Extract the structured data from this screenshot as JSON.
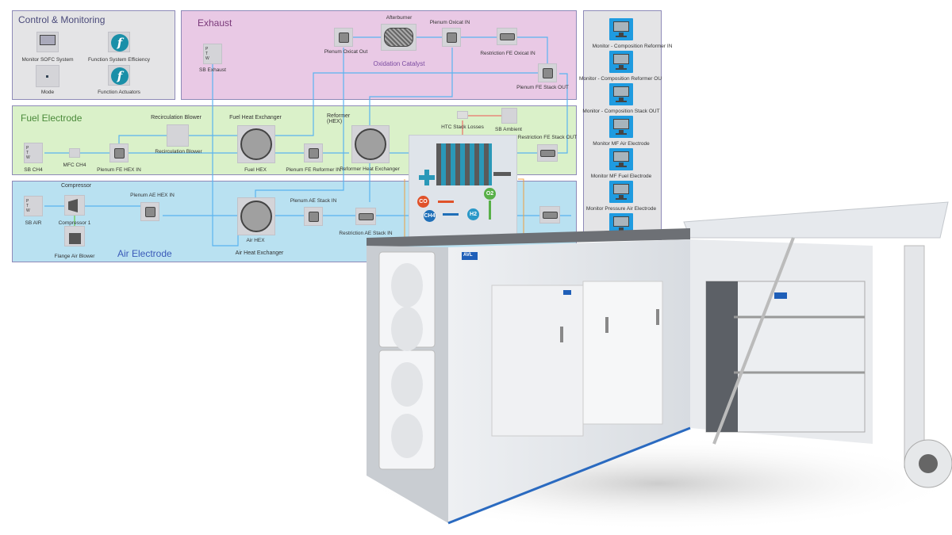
{
  "panels": {
    "control": {
      "title": "Control & Monitoring",
      "items": [
        "Monitor SOFC System",
        "Function System Efficiency",
        "Mode",
        "Function Actuators"
      ]
    },
    "exhaust": {
      "title": "Exhaust",
      "sb_exhaust": "SB Exhaust",
      "plenum_oxicat_out": "Plenum Oxicat Out",
      "afterburner": "Afterburner",
      "plenum_oxicat_in": "Plenum Oxicat IN",
      "restriction_fe_oxicat_in": "Restriction FE Oxicat IN",
      "oxidation_catalyst": "Oxidation Catalyst",
      "plenum_fe_stack_out": "Plenum FE Stack OUT"
    },
    "monitors": [
      "Monitor - Composition Reformer IN",
      "Monitor - Composition Reformer OU",
      "Monitor - Composition Stack OUT",
      "Monitor MF Air Electrode",
      "Monitor MF Fuel Electrode",
      "Monitor Pressure Air Electrode"
    ],
    "fuel": {
      "title": "Fuel Electrode",
      "sb_ch4": "SB CH4",
      "mfc_ch4": "MFC CH4",
      "plenum_fe_hex_in": "Plenum FE HEX IN",
      "recirc_blower_title": "Recirculation Blower",
      "recirc_blower": "Recirculation Blower",
      "fuel_hex_title": "Fuel Heat Exchanger",
      "fuel_hex": "Fuel HEX",
      "plenum_fe_reformer_in": "Plenum FE Reformer IN",
      "reformer_title": "Reformer (HEX)",
      "reformer_hex": "Reformer Heat Exchanger",
      "htc_stack_losses": "HTC Stack Losses",
      "sb_ambient": "SB Ambient",
      "restriction_fe_stack_out": "Restriction FE Stack OUT"
    },
    "air": {
      "title": "Air Electrode",
      "sb_air": "SB AIR",
      "compressor_title": "Compressor",
      "compressor_1": "Compressor 1",
      "flange_air_blower": "Flange Air Blower",
      "plenum_ae_hex_in": "Plenum AE HEX IN",
      "air_hex": "Air HEX",
      "air_hex_title": "Air Heat Exchanger",
      "plenum_ae_stack_in": "Plenum AE Stack IN",
      "restriction_ae_stack_in": "Restriction AE Stack IN"
    }
  },
  "stack": {
    "species": [
      "CO",
      "CH4",
      "H2",
      "O2"
    ]
  },
  "sbw": {
    "p": "P",
    "t": "T",
    "w": "W"
  },
  "product": {
    "logo": "AVL"
  },
  "colors": {
    "control_bg": "#e4e4e6",
    "exhaust_bg": "#e9c9e5",
    "fuel_bg": "#daf1c9",
    "air_bg": "#b9e1f1",
    "connector": "#2a8fe0",
    "monitor_icon": "#1f9be0"
  }
}
